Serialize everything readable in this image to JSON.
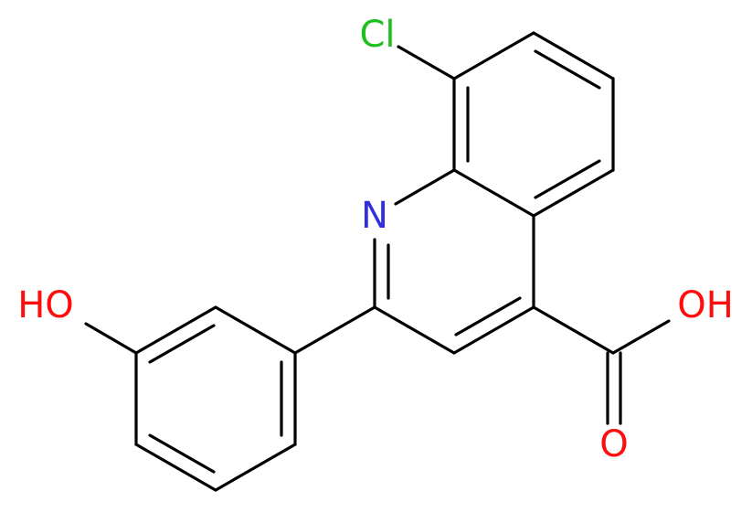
{
  "molecule": {
    "atom_labels": {
      "cl": {
        "text": "Cl",
        "color": "#1fbf1f"
      },
      "n": {
        "text": "N",
        "color": "#3030e0"
      },
      "ho": {
        "text": "HO",
        "color": "#ff0d0d"
      },
      "oh": {
        "text": "OH",
        "color": "#ff0d0d"
      },
      "o": {
        "text": "O",
        "color": "#ff0d0d"
      }
    },
    "bond_color": "#000000",
    "background": "#ffffff"
  }
}
